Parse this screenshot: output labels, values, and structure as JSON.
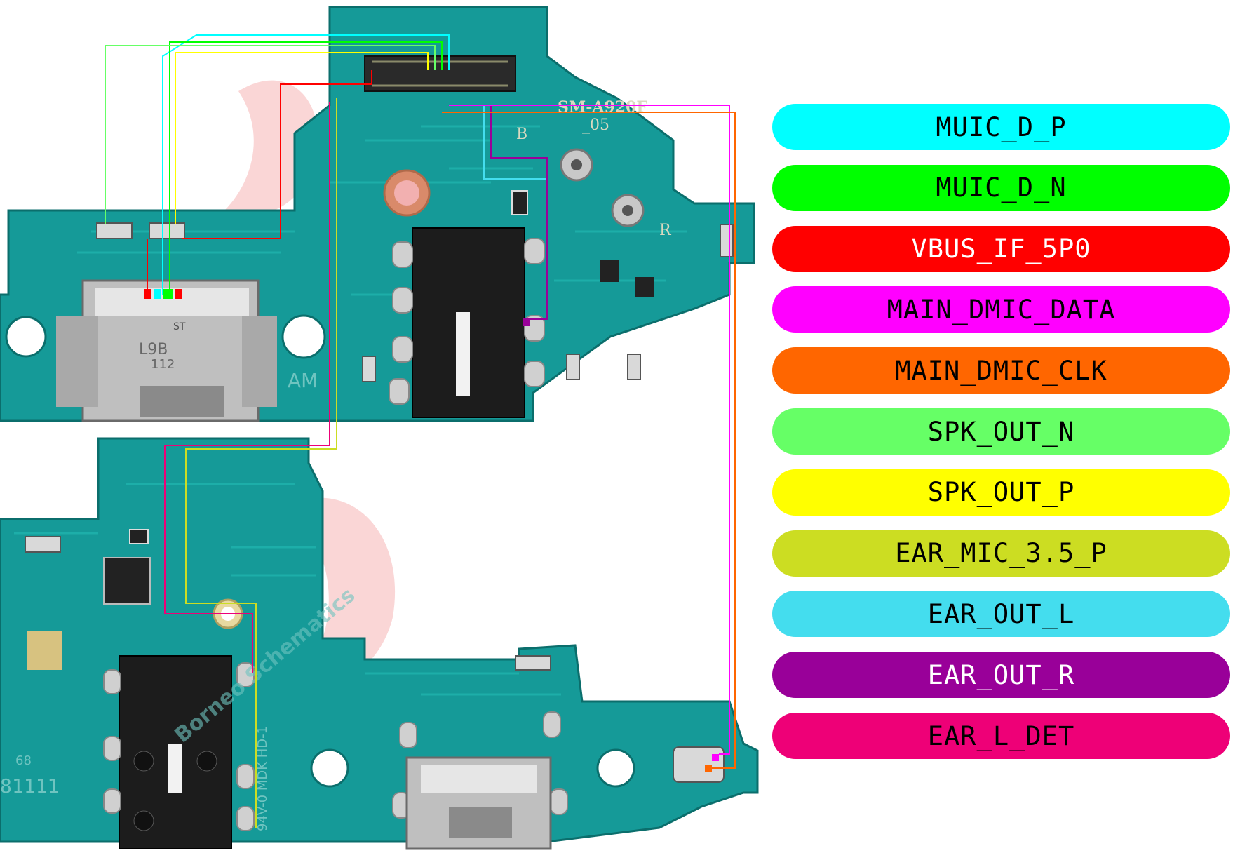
{
  "board": {
    "silkscreen_top": "SM-A920F",
    "silkscreen_rev": "_05",
    "mark_b": "B",
    "mark_r": "R",
    "mark_am": "AM",
    "connector_mark": "ST",
    "connector_code": "L9B",
    "connector_code2": "112",
    "bottom_left_code": "68",
    "bottom_left_code2": "81111",
    "bottom_board_code": "94V-0 MDK HD-1",
    "watermark": "Borneo Schematics"
  },
  "legend": [
    {
      "label": "MUIC_D_P",
      "color": "#00ffff",
      "text_color": "#000000"
    },
    {
      "label": "MUIC_D_N",
      "color": "#00ff00",
      "text_color": "#000000"
    },
    {
      "label": "VBUS_IF_5P0",
      "color": "#ff0000",
      "text_color": "#ffffff"
    },
    {
      "label": "MAIN_DMIC_DATA",
      "color": "#ff00ff",
      "text_color": "#000000"
    },
    {
      "label": "MAIN_DMIC_CLK",
      "color": "#ff6600",
      "text_color": "#000000"
    },
    {
      "label": "SPK_OUT_N",
      "color": "#66ff66",
      "text_color": "#000000"
    },
    {
      "label": "SPK_OUT_P",
      "color": "#ffff00",
      "text_color": "#000000"
    },
    {
      "label": "EAR_MIC_3.5_P",
      "color": "#ccdd22",
      "text_color": "#000000"
    },
    {
      "label": "EAR_OUT_L",
      "color": "#44ddee",
      "text_color": "#000000"
    },
    {
      "label": "EAR_OUT_R",
      "color": "#990099",
      "text_color": "#ffffff"
    },
    {
      "label": "EAR_L_DET",
      "color": "#ee0077",
      "text_color": "#000000"
    }
  ]
}
